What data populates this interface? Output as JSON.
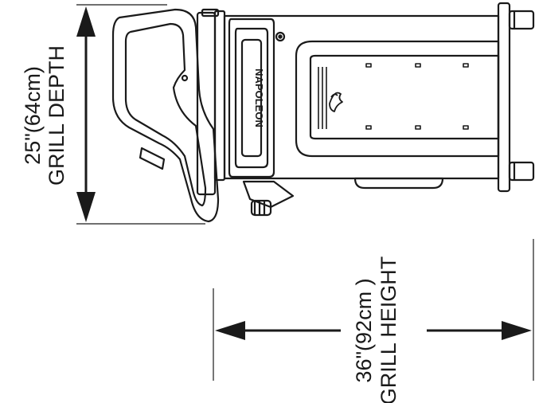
{
  "depth": {
    "measure": "25\"(64cm)",
    "label": "GRILL DEPTH"
  },
  "height": {
    "measure": "36\"(92cm )",
    "label": "GRILL HEIGHT"
  },
  "brand": {
    "emblem_text": "NAPOLEON"
  },
  "colors": {
    "line": "#1a1a1a",
    "background": "#ffffff"
  }
}
